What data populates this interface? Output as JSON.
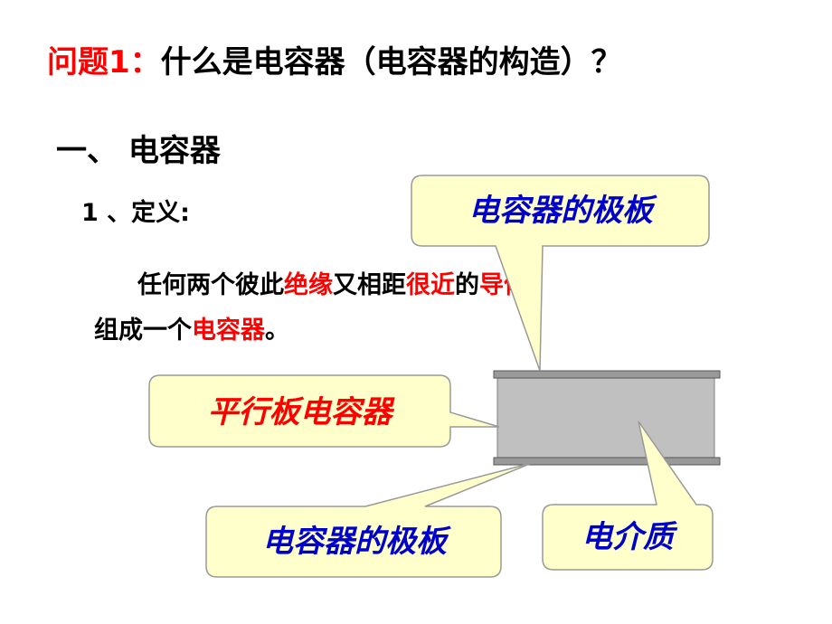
{
  "title": {
    "prefix": "问题1：",
    "text": "什么是电容器（电容器的构造）？"
  },
  "section": "一、 电容器",
  "subsection": "1 、定义:",
  "definition": {
    "line1_a": "任何两个彼此",
    "line1_b": "绝缘",
    "line1_c": "又相距",
    "line1_d": "很近",
    "line1_e": "的",
    "line1_f": "导体",
    "line1_g": "，",
    "line2_a": "组成一个",
    "line2_b": "电容器",
    "line2_c": "。"
  },
  "callouts": {
    "top_plate": "电容器的极板",
    "capacitor_type": "平行板电容器",
    "bottom_plate": "电容器的极板",
    "dielectric": "电介质"
  },
  "colors": {
    "accent_red": "#ff0000",
    "label_blue": "#0000cc",
    "callout_fill": "#ffffcc",
    "dielectric_fill": "#c0c0c0",
    "plate_fill": "#999999"
  }
}
